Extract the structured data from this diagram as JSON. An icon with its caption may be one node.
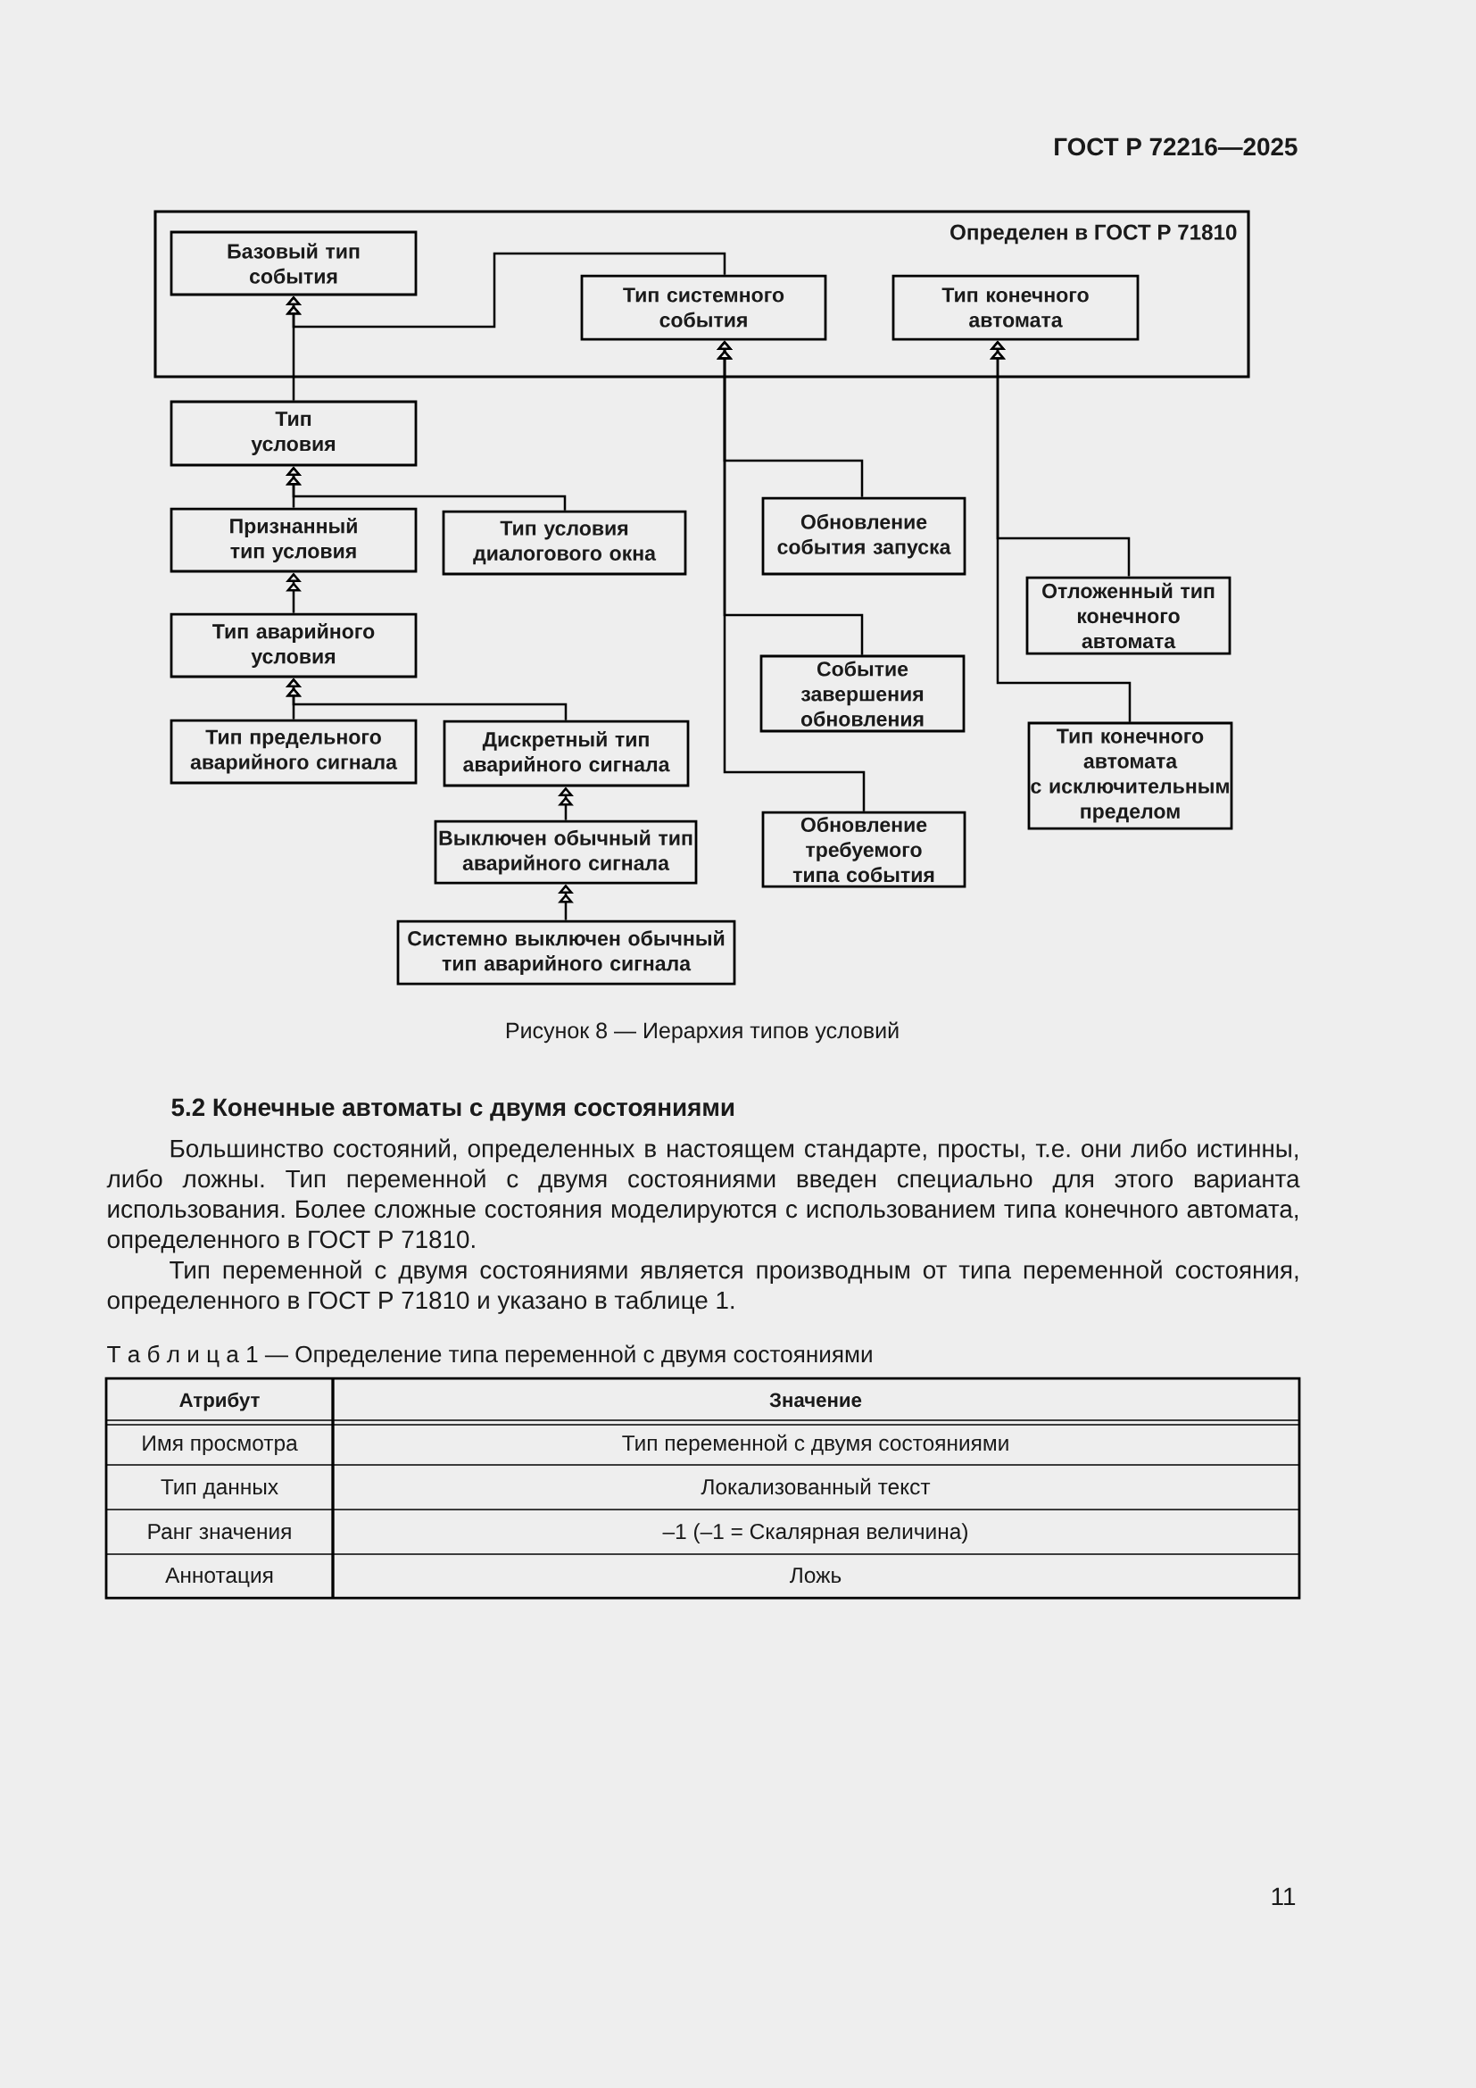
{
  "diagram": {
    "caption": "Рисунок 8 — Иерархия типов условий",
    "nodes": [
      {
        "text": [
          "Определен в ГОСТ Р 71810"
        ]
      },
      {
        "text": [
          "Базовый тип события"
        ],
        "in": 0
      },
      {
        "text": [
          "Тип системного события"
        ],
        "in": 0
      },
      {
        "text": [
          "Тип конечного автомата"
        ],
        "in": 0
      },
      {
        "text": [
          "Тип условия"
        ]
      },
      {
        "text": [
          "Признанный тип условия"
        ]
      },
      {
        "text": [
          "Тип условия диалогового окна"
        ]
      },
      {
        "text": [
          "Тип аварийного условия"
        ]
      },
      {
        "text": [
          "Тип предельного аварийного сигнала"
        ]
      },
      {
        "text": [
          "Дискретный тип аварийного сигнала"
        ]
      },
      {
        "text": [
          "Выключен обычный тип аварийного сигнала"
        ]
      },
      {
        "text": [
          "Системно выключен обычный тип аварийного сигнала"
        ]
      },
      {
        "text": [
          "Обновление события запуска"
        ]
      },
      {
        "text": [
          "Событие завершения обновления"
        ]
      },
      {
        "text": [
          "Обновление требуемого типа события"
        ]
      },
      {
        "text": [
          "Отложенный тип конечного автомата"
        ]
      },
      {
        "text": [
          "Тип конечного автомата с исключительным пределом"
        ]
      }
    ],
    "edges": [
      {
        "from": 2,
        "to": 1,
        "arrow": "to"
      },
      {
        "from": 4,
        "to": 1,
        "arrow": "to"
      },
      {
        "from": 5,
        "to": 4,
        "arrow": "to"
      },
      {
        "from": 6,
        "to": 4,
        "arrow": "to"
      },
      {
        "from": 7,
        "to": 5,
        "arrow": "to"
      },
      {
        "from": 8,
        "to": 7,
        "arrow": "to"
      },
      {
        "from": 9,
        "to": 7,
        "arrow": "to"
      },
      {
        "from": 10,
        "to": 9,
        "arrow": "to"
      },
      {
        "from": 11,
        "to": 10,
        "arrow": "to"
      },
      {
        "from": 12,
        "to": 2,
        "arrow": "to"
      },
      {
        "from": 13,
        "to": 2,
        "arrow": "to"
      },
      {
        "from": 14,
        "to": 2,
        "arrow": "to"
      },
      {
        "from": 15,
        "to": 3,
        "arrow": "to"
      },
      {
        "from": 16,
        "to": 3,
        "arrow": "to"
      }
    ],
    "labels": [
      "ГОСТ Р 72216—2025",
      "5.2 Конечные автоматы с двумя состояниями",
      "Большинство состояний, определенных в настоящем стандарте, просты, т.е. они либо истинны, либо ложны. Тип переменной с двумя состояниями введен специально для этого варианта использования. Более сложные состояния моделируются с использованием типа конечного автомата, определенного в ГОСТ Р 71810.",
      "Тип переменной с двумя состояниями является производным от типа переменной состояния, определенного в ГОСТ Р 71810 и указано в таблице 1.",
      "Т а б л и ц а 1 — Определение типа переменной с двумя состояниями",
      "Атрибут",
      "Значение",
      "Имя просмотра",
      "Тип переменной с двумя состояниями",
      "Тип данных",
      "Локализованный текст",
      "Ранг значения",
      "–1 (–1 = Скалярная величина)",
      "Аннотация",
      "Ложь",
      "11"
    ]
  }
}
